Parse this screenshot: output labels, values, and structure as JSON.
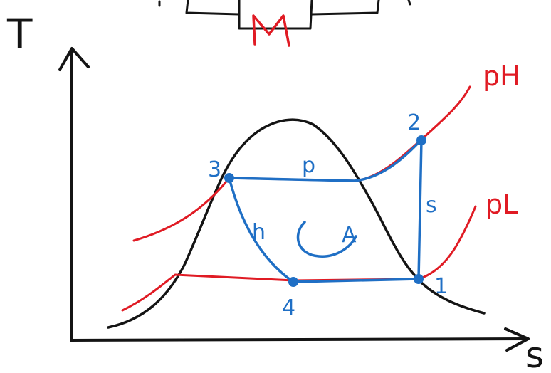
{
  "axes": {
    "y_label": "T",
    "x_label": "s"
  },
  "curves": {
    "high_pressure_label": "pH",
    "low_pressure_label": "pL"
  },
  "states": [
    {
      "id": "1",
      "label": "1"
    },
    {
      "id": "2",
      "label": "2"
    },
    {
      "id": "3",
      "label": "3"
    },
    {
      "id": "4",
      "label": "4"
    }
  ],
  "processes": {
    "p_3_2": "p",
    "s_2_1": "s",
    "h_3_4": "h",
    "cycle_direction": "A"
  },
  "device_label": "M",
  "colors": {
    "black": "#141414",
    "red": "#e01b24",
    "blue": "#1f6fc5"
  }
}
